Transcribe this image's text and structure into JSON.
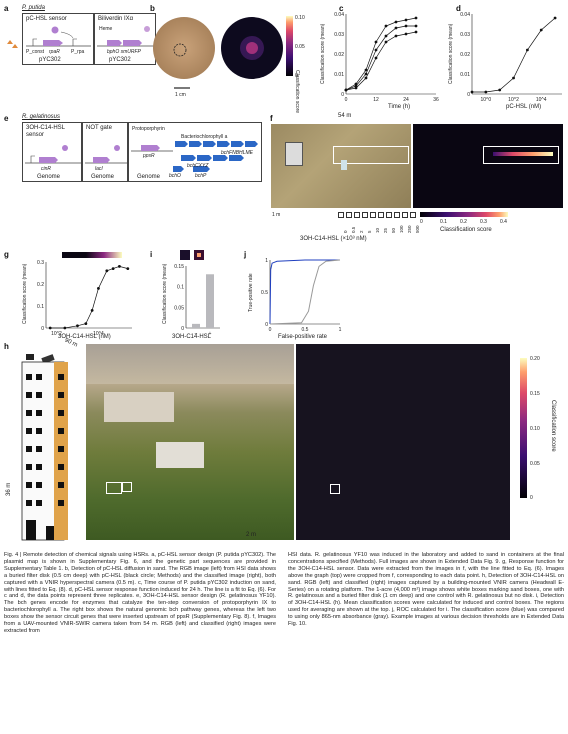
{
  "panels": {
    "a": {
      "label": "a",
      "organism": "P. putida",
      "sensor_title": "pC-HSL sensor",
      "second_title": "Biliverdin IXα",
      "heme": "Heme",
      "gene_rpaR": "rpaR",
      "gene_bphO": "bphO smURFP",
      "p_const": "P_const",
      "p_rpa": "P_rpa",
      "plasmid1": "pYC302",
      "plasmid2": "pYC302"
    },
    "b": {
      "label": "b",
      "scale": "1 cm",
      "cbar_ticks": [
        "0.10",
        "0.05",
        "0"
      ],
      "cbar_label": "Classification score"
    },
    "c": {
      "label": "c",
      "ylabel": "Classification score (mean)",
      "xlabel": "Time (h)"
    },
    "d": {
      "label": "d",
      "ylabel": "Classification score (mean)",
      "xlabel": "pC-HSL (nM)"
    },
    "e": {
      "label": "e",
      "organism": "R. gelatinosus",
      "sensor_title": "3OH-C14-HSL sensor",
      "not_gate": "NOT gate",
      "protoporphyrin": "Protoporphyrin",
      "bchl": "Bacteriochlorophyll a",
      "genes": [
        "bchFNBHLME",
        "bchCXYZ",
        "bchO",
        "bchP"
      ],
      "ppsR": "ppsR",
      "cinR": "cinR",
      "lacI": "lacI",
      "genome": "Genome",
      "p_const": "P_const",
      "p_cin": "P_cin",
      "p_tac": "P_tac"
    },
    "f": {
      "label": "f",
      "distance": "54 m",
      "scale": "1 m",
      "conc_ticks": [
        "0",
        "0.5",
        "2",
        "5",
        "10",
        "25",
        "50",
        "100",
        "250",
        "500"
      ],
      "conc_label": "3OH-C14-HSL (×10³ nM)",
      "cbar_ticks": [
        "0",
        "0.1",
        "0.2",
        "0.3",
        "0.4"
      ],
      "cbar_label": "Classification score"
    },
    "g": {
      "label": "g",
      "ylabel": "Classification score (mean)",
      "xlabel": "3OH-C14-HSL (nM)"
    },
    "i": {
      "label": "i",
      "ylabel": "Classification score (mean)",
      "xlabel": "3OH-C14-HSL",
      "xticks": [
        "−",
        "+"
      ]
    },
    "j": {
      "label": "j",
      "ylabel": "True-positive rate",
      "xlabel": "False-positive rate"
    },
    "h": {
      "label": "h",
      "distance": "90 m",
      "height": "36 m",
      "scale": "2 m",
      "cbar_ticks": [
        "0.20",
        "0.15",
        "0.10",
        "0.05",
        "0"
      ],
      "cbar_label": "Classification score"
    }
  },
  "caption": {
    "col1": "Fig. 4 | Remote detection of chemical signals using HSRs. a, pC-HSL sensor design (P. putida pYC302). The plasmid map is shown in Supplementary Fig. 6, and the genetic part sequences are provided in Supplementary Table 1. b, Detection of pC-HSL diffusion in sand. The RGB image (left) from HSI data shows a buried filter disk (0.5 cm deep) with pC-HSL (black circle; Methods) and the classified image (right), both captured with a VNIR hyperspectral camera (0.5 m). c, Time course of P. putida pYC302 induction on sand, with lines fitted to Eq. (8). d, pC-HSL sensor response function induced for 24 h. The line is a fit to Eq. (6). For c and d, the data points represent three replicates. e, 3OH-C14-HSL sensor design (R. gelatinosus YF10). The bch genes encode for enzymes that catalyze the ten-step conversion of protoporphyrin IX to bacteriochlorophyll a. The right box shows the natural genomic bch pathway genes, whereas the left two boxes show the sensor circuit genes that were inserted upstream of ppsR (Supplementary Fig. 8). f, Images from a UAV-mounted VNIR-SWIR camera taken from 54 m. RGB (left) and classified (right) images were extracted from",
    "col2": "HSI data. R. gelatinosus YF10 was induced in the laboratory and added to sand in containers at the final concentrations specified (Methods). Full images are shown in Extended Data Fig. 9. g, Response function for the 3OH-C14-HSL sensor. Data were extracted from the images in f, with the line fitted to Eq. (6). Images above the graph (top) were cropped from f, corresponding to each data point. h, Detection of 3OH-C14-HSL on sand. RGB (left) and classified (right) images captured by a building-mounted VNIR camera (Headwall E-Series) on a rotating platform. The 1-acre (4,000 m²) image shows white boxes marking sand boxes, one with R. gelatinosus and a buried filter disk (1 cm deep) and one control with R. gelatinosus but no disk. i, Detection of 3OH-C14-HSL (h). Mean classification scores were calculated for induced and control boxes. The regions used for averaging are shown at the top. j, ROC calculated for i. The classification score (blue) was compared to using only 865-nm absorbance (gray). Example images at various decision thresholds are in Extended Data Fig. 10."
  },
  "chart_data": [
    {
      "type": "scatter",
      "panel": "c",
      "xlabel": "Time (h)",
      "ylabel": "Classification score (mean)",
      "xticks": [
        0,
        12,
        24,
        36
      ],
      "yticks": [
        0,
        0.01,
        0.02,
        0.03,
        0.04
      ],
      "xlim": [
        0,
        36
      ],
      "ylim": [
        0,
        0.04
      ],
      "series": [
        {
          "values": [
            [
              0,
              0.002
            ],
            [
              4,
              0.003
            ],
            [
              8,
              0.008
            ],
            [
              12,
              0.018
            ],
            [
              16,
              0.026
            ],
            [
              20,
              0.029
            ],
            [
              24,
              0.03
            ],
            [
              28,
              0.031
            ]
          ]
        },
        {
          "values": [
            [
              0,
              0.002
            ],
            [
              4,
              0.004
            ],
            [
              8,
              0.01
            ],
            [
              12,
              0.022
            ],
            [
              16,
              0.029
            ],
            [
              20,
              0.033
            ],
            [
              24,
              0.034
            ],
            [
              28,
              0.034
            ]
          ]
        },
        {
          "values": [
            [
              0,
              0.002
            ],
            [
              4,
              0.005
            ],
            [
              8,
              0.012
            ],
            [
              12,
              0.026
            ],
            [
              16,
              0.034
            ],
            [
              20,
              0.036
            ],
            [
              24,
              0.037
            ],
            [
              28,
              0.038
            ]
          ]
        }
      ]
    },
    {
      "type": "scatter",
      "panel": "d",
      "xlabel": "pC-HSL (nM)",
      "ylabel": "Classification score (mean)",
      "xticks": [
        "10^0",
        "10^2",
        "10^4"
      ],
      "yticks": [
        0,
        0.01,
        0.02,
        0.03,
        0.04
      ],
      "ylim": [
        0,
        0.04
      ],
      "x_log": [
        -1,
        0,
        1,
        2,
        3,
        4,
        5
      ],
      "values": [
        0.001,
        0.001,
        0.002,
        0.008,
        0.022,
        0.032,
        0.038
      ]
    },
    {
      "type": "scatter",
      "panel": "g",
      "xlabel": "3OH-C14-HSL (nM)",
      "ylabel": "Classification score (mean)",
      "xticks": [
        "10^2",
        "10^4"
      ],
      "yticks": [
        0,
        0.1,
        0.2,
        0.3
      ],
      "ylim": [
        0,
        0.3
      ],
      "x_log": [
        1.7,
        2.4,
        3.0,
        3.4,
        3.7,
        4.0,
        4.4,
        4.7,
        5.0,
        5.4
      ],
      "values": [
        0.0,
        0.0,
        0.01,
        0.02,
        0.08,
        0.18,
        0.26,
        0.27,
        0.28,
        0.27
      ]
    },
    {
      "type": "bar",
      "panel": "i",
      "categories": [
        "−",
        "+"
      ],
      "values": [
        0.01,
        0.13
      ],
      "yticks": [
        0,
        0.05,
        0.1,
        0.15
      ],
      "ylim": [
        0,
        0.15
      ],
      "xlabel": "3OH-C14-HSL",
      "ylabel": "Classification score (mean)"
    },
    {
      "type": "line",
      "panel": "j",
      "xlabel": "False-positive rate",
      "ylabel": "True-positive rate",
      "xticks": [
        0,
        0.5,
        1.0
      ],
      "yticks": [
        0,
        0.5,
        1.0
      ],
      "xlim": [
        0,
        1
      ],
      "ylim": [
        0,
        1
      ],
      "series": [
        {
          "color": "#1f3fbf",
          "values": [
            [
              0,
              0
            ],
            [
              0.01,
              0.85
            ],
            [
              0.03,
              0.95
            ],
            [
              0.1,
              0.98
            ],
            [
              0.5,
              1.0
            ],
            [
              1,
              1
            ]
          ]
        },
        {
          "color": "#999999",
          "values": [
            [
              0,
              0
            ],
            [
              0.45,
              0.02
            ],
            [
              0.55,
              0.2
            ],
            [
              0.62,
              0.6
            ],
            [
              0.7,
              0.9
            ],
            [
              0.8,
              0.98
            ],
            [
              1,
              1
            ]
          ]
        }
      ]
    }
  ]
}
